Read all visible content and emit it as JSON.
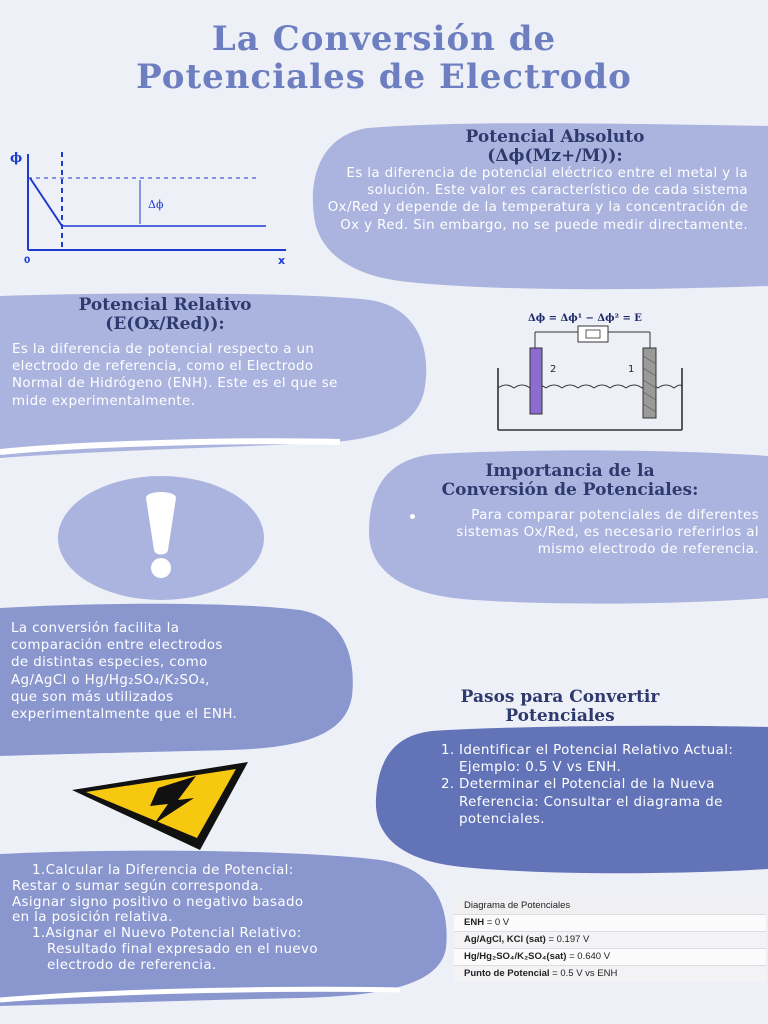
{
  "title": {
    "line1": "La Conversión de",
    "line2": "Potenciales de Electrodo"
  },
  "absoluto": {
    "heading1": "Potencial Absoluto",
    "heading2": "(Δϕ(Mz+/M)):",
    "body": "Es la diferencia de potencial eléctrico entre el metal y la solución. Este valor es característico de cada sistema Ox/Red y depende de la temperatura y la concentración de Ox y Red. Sin embargo, no se puede medir directamente."
  },
  "graph": {
    "y_label": "ϕ",
    "x_label": "x",
    "origin_label": "0",
    "delta_label": "Δϕ"
  },
  "relativo": {
    "heading1": "Potencial Relativo",
    "heading2": "(E(Ox/Red)):",
    "body": "Es la diferencia de potencial respecto a un electrodo de referencia, como el Electrodo Normal de Hidrógeno (ENH). Este es el que se mide experimentalmente."
  },
  "cell": {
    "equation": "Δϕ = Δϕ¹ − Δϕ² = E",
    "label_2": "2",
    "label_1": "1"
  },
  "importancia": {
    "heading1": "Importancia de la",
    "heading2": "Conversión de Potenciales:",
    "bullet": "Para comparar potenciales de diferentes sistemas Ox/Red, es necesario referirlos al mismo electrodo de referencia."
  },
  "conversion": {
    "body_line1": "La conversión facilita la",
    "body_line2": "comparación entre electrodos",
    "body_line3": "de distintas especies, como",
    "body_line4": "Ag/AgCl o Hg/Hg₂SO₄/K₂SO₄,",
    "body_line5": "que son más utilizados",
    "body_line6": "experimentalmente que el ENH."
  },
  "pasos": {
    "heading1": "Pasos para Convertir",
    "heading2": "Potenciales",
    "step1_num": "1.",
    "step1": "Identificar el Potencial Relativo Actual: Ejemplo: 0.5 V vs ENH.",
    "step2_num": "2.",
    "step2": "Determinar el Potencial de la Nueva Referencia: Consultar el diagrama de potenciales."
  },
  "calculo": {
    "line1": "1.Calcular la Diferencia de Potencial:",
    "line2": "Restar o sumar según corresponda.",
    "line3": "Asignar signo positivo o negativo basado",
    "line4": "en la posición relativa.",
    "line5": "1.Asignar el Nuevo Potencial Relativo:",
    "line6": "Resultado final expresado en el nuevo",
    "line7": "electrodo de referencia."
  },
  "diagrama": {
    "title": "Diagrama de Potenciales",
    "rows": [
      {
        "label": "ENH",
        "value": " = 0 V"
      },
      {
        "label": "Ag/AgCl, KCl (sat)",
        "value": " = 0.197 V"
      },
      {
        "label": "Hg/Hg₂SO₄/K₂SO₄(sat)",
        "value": " = 0.640 V"
      },
      {
        "label": "Punto de Potencial",
        "value": " = 0.5 V vs ENH"
      }
    ]
  },
  "icons": {
    "exclamation": "exclamation-icon",
    "warning": "high-voltage-warning-icon"
  },
  "colors": {
    "title": "#6d7fc0",
    "light_blob": "#aab4de",
    "mid_blob": "#8a97cf",
    "dark_blob": "#6273b8",
    "heading": "#2e3a6e"
  }
}
